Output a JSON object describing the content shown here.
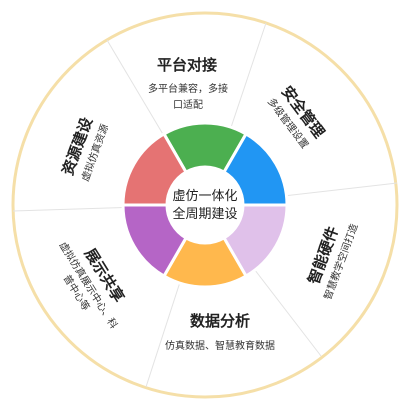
{
  "center": {
    "line1": "虚仿一体化",
    "line2": "全周期建设"
  },
  "sections": {
    "platform": {
      "title": "平台对接",
      "desc_line1": "多平台兼容，多接",
      "desc_line2": "口适配"
    },
    "security": {
      "title": "安全管理",
      "desc": "多级管理设置"
    },
    "hardware": {
      "title": "智能硬件",
      "desc": "智慧教学空间打造"
    },
    "data": {
      "title": "数据分析",
      "desc": "仿真数据、智慧教育数据"
    },
    "display": {
      "title": "展示共享",
      "desc_line1": "虚拟仿真展示中心、科",
      "desc_line2": "普中心等"
    },
    "resource": {
      "title": "资源建设",
      "desc": "虚拟仿真资源"
    }
  },
  "colors": {
    "outer_fill": "#ffffff",
    "outer_border": "#f5dfa8",
    "divider": "#e3e3e3",
    "ring": [
      "#4caf50",
      "#2196f3",
      "#e0c1ea",
      "#ffb84d",
      "#b565c6",
      "#e57373"
    ]
  }
}
